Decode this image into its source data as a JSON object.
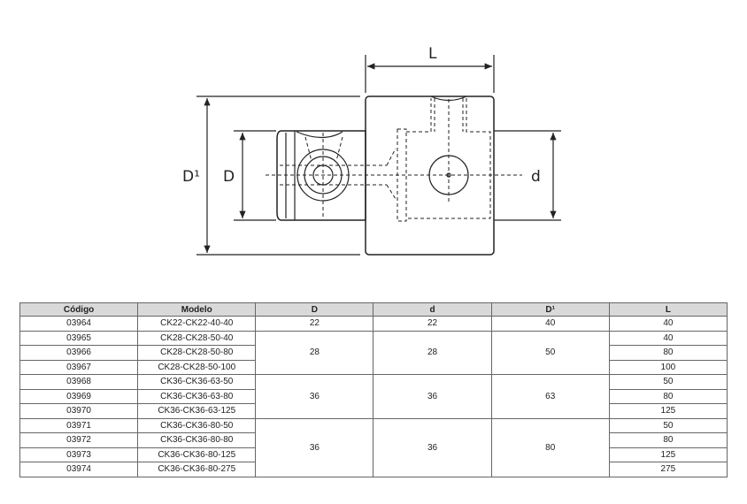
{
  "drawing": {
    "label_L": "L",
    "label_D1": "D¹",
    "label_D": "D",
    "label_d": "d"
  },
  "table": {
    "headers": [
      "Código",
      "Modelo",
      "D",
      "d",
      "D¹",
      "L"
    ],
    "rows": [
      {
        "codigo": "03964",
        "modelo": "CK22-CK22-40-40",
        "L": "40"
      },
      {
        "codigo": "03965",
        "modelo": "CK28-CK28-50-40",
        "L": "40"
      },
      {
        "codigo": "03966",
        "modelo": "CK28-CK28-50-80",
        "L": "80"
      },
      {
        "codigo": "03967",
        "modelo": "CK28-CK28-50-100",
        "L": "100"
      },
      {
        "codigo": "03968",
        "modelo": "CK36-CK36-63-50",
        "L": "50"
      },
      {
        "codigo": "03969",
        "modelo": "CK36-CK36-63-80",
        "L": "80"
      },
      {
        "codigo": "03970",
        "modelo": "CK36-CK36-63-125",
        "L": "125"
      },
      {
        "codigo": "03971",
        "modelo": "CK36-CK36-80-50",
        "L": "50"
      },
      {
        "codigo": "03972",
        "modelo": "CK36-CK36-80-80",
        "L": "80"
      },
      {
        "codigo": "03973",
        "modelo": "CK36-CK36-80-125",
        "L": "125"
      },
      {
        "codigo": "03974",
        "modelo": "CK36-CK36-80-275",
        "L": "275"
      }
    ],
    "groups": [
      {
        "D": "22",
        "d": "22",
        "D1": "40"
      },
      {
        "D": "28",
        "d": "28",
        "D1": "50"
      },
      {
        "D": "36",
        "d": "36",
        "D1": "63"
      },
      {
        "D": "36",
        "d": "36",
        "D1": "80"
      }
    ]
  }
}
